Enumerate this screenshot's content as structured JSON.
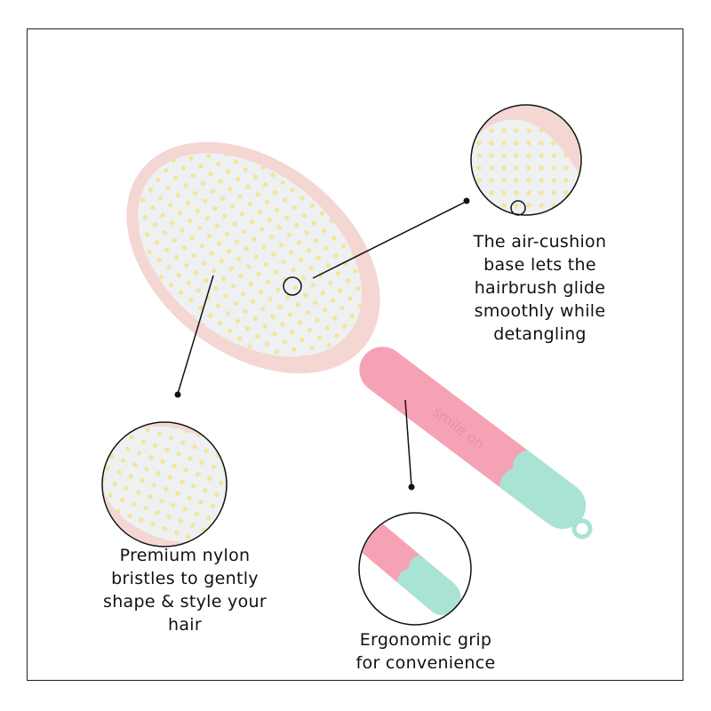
{
  "callouts": {
    "air_cushion": {
      "lines": [
        "The air-cushion",
        "base lets the",
        "hairbrush glide",
        "smoothly while",
        "detangling"
      ]
    },
    "bristles": {
      "lines": [
        "Premium nylon",
        "bristles to gently",
        "shape & style your",
        "hair"
      ]
    },
    "grip": {
      "lines": [
        "Ergonomic grip",
        "for convenience"
      ]
    }
  },
  "product": {
    "handle_text": "smile on"
  },
  "colors": {
    "handle_pink": "#f5a3b4",
    "handle_mint": "#a8e3d3",
    "head_pink": "#f4d6d2",
    "bristle_tip": "#f3e6a0",
    "line": "#111111"
  }
}
